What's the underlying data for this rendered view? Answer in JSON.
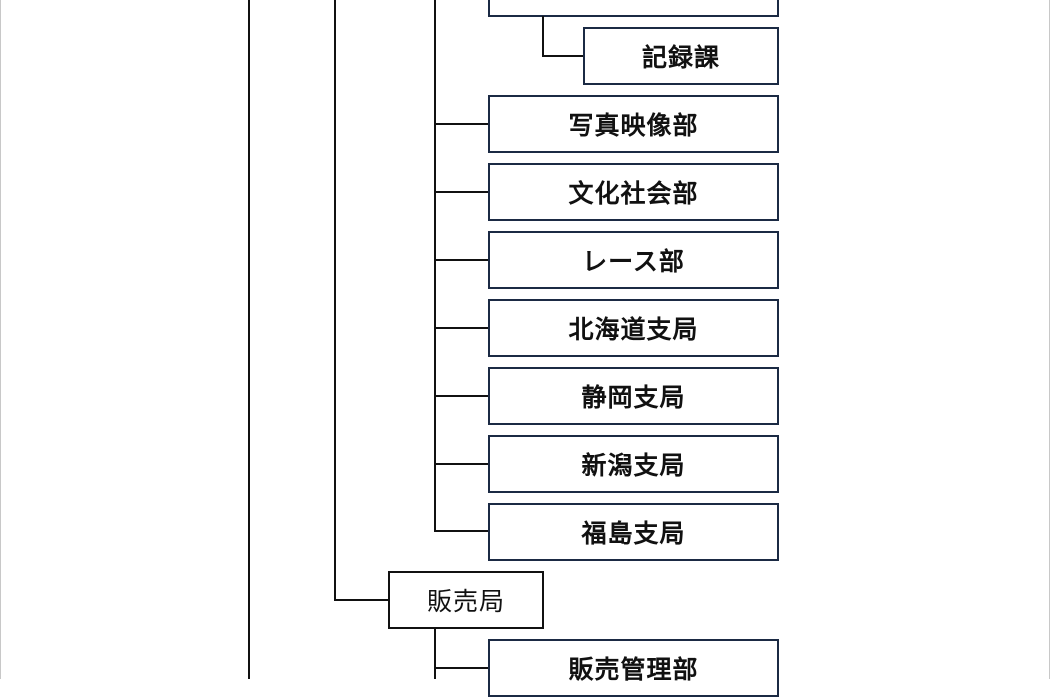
{
  "org_chart": {
    "bureau_partial": "",
    "bureau_partial_section": "記録課",
    "departments": [
      "写真映像部",
      "文化社会部",
      "レース部",
      "北海道支局",
      "静岡支局",
      "新潟支局",
      "福島支局"
    ],
    "sales_bureau": "販売局",
    "sales_departments": [
      "販売管理部"
    ]
  },
  "colors": {
    "box_border": "#1b2a44",
    "line": "#111111",
    "background": "#ffffff"
  }
}
